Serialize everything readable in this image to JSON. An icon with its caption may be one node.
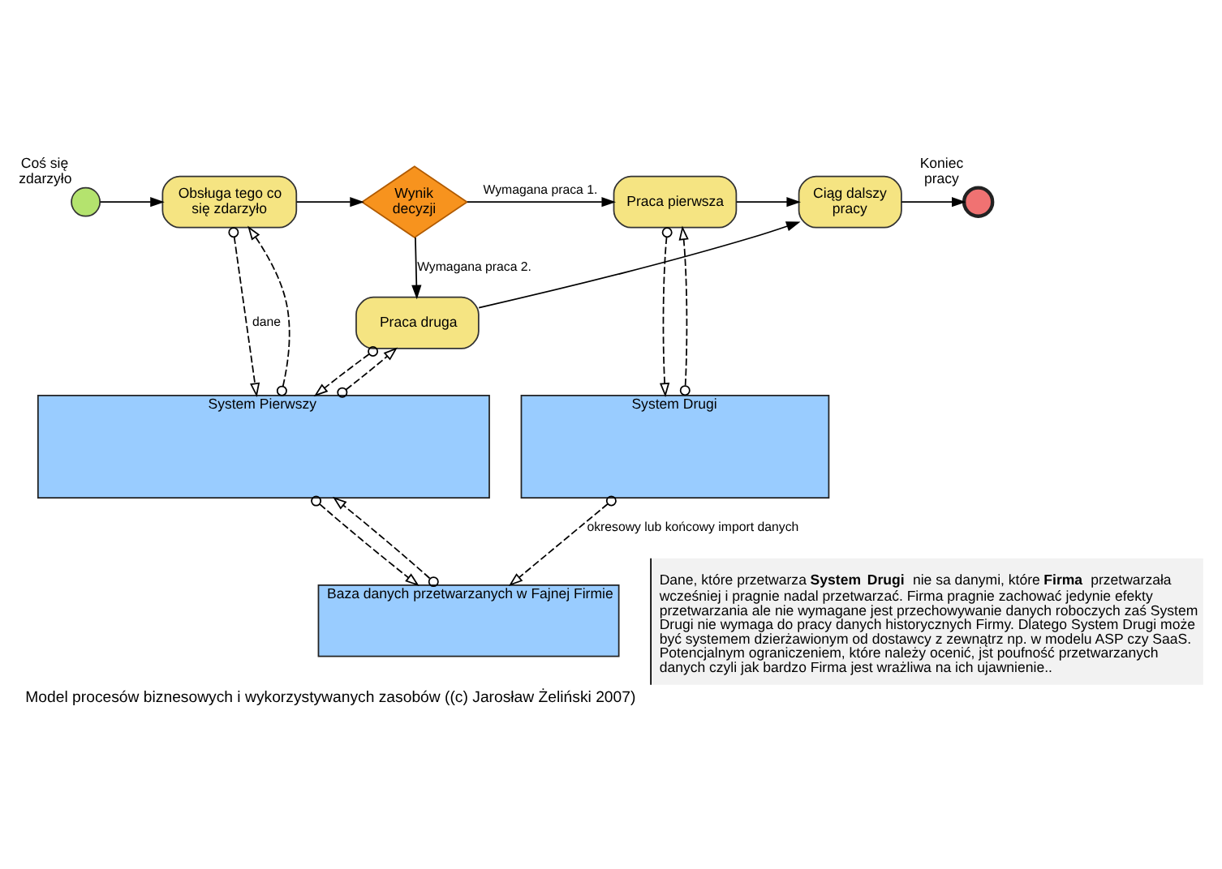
{
  "diagram": {
    "caption": "Model procesów biznesowych i wykorzystywanych zasobów ((c) Jarosław Żeliński 2007)",
    "nodes": [
      {
        "text": [],
        "shape": "circle",
        "beside": [
          "Coś się zdarzyło"
        ]
      },
      {
        "text": [
          "Obsługa tego co się zdarzyło"
        ]
      },
      {
        "text": [
          "Wynik decyzji"
        ]
      },
      {
        "text": [
          "Praca pierwsza"
        ]
      },
      {
        "text": [
          "Praca druga"
        ]
      },
      {
        "text": [
          "Ciąg dalszy pracy"
        ]
      },
      {
        "text": [],
        "shape": "circle",
        "beside": [
          "Koniec pracy"
        ]
      },
      {
        "text": [
          "System Pierwszy"
        ]
      },
      {
        "text": [
          "System Drugi"
        ]
      },
      {
        "text": [
          "Baza danych przetwarzanych w Fajnej Firmie"
        ]
      },
      {
        "text": [
          "Dane, które przetwarza **System Drugi** nie sa danymi, które **Firma** przetwarzała wcześniej i pragnie nadal przetwarzać. Firma pragnie zachować jedynie efekty przetwarzania ale nie wymagane jest przechowywanie danych roboczych zaś System Drugi nie wymaga do pracy danych historycznych Firmy. Dlatego System Drugi może być systemem dzierżawionym od dostawcy z zewnątrz np. w modelu ASP czy SaaS. Potencjalnym ograniczeniem, które należy ocenić, jst poufność przetwarzanych danych czyli jak bardzo Firma jest wrażliwa na ich ujawnienie.."
        ]
      }
    ],
    "edges": [
      {
        "from": 0,
        "to": 1,
        "arrow": "to"
      },
      {
        "from": 1,
        "to": 2,
        "arrow": "to"
      },
      {
        "from": 2,
        "to": 3,
        "arrow": "to",
        "label": "Wymagana praca 1."
      },
      {
        "from": 2,
        "to": 4,
        "arrow": "to",
        "label": "Wymagana praca 2."
      },
      {
        "from": 3,
        "to": 5,
        "arrow": "to"
      },
      {
        "from": 4,
        "to": 5,
        "arrow": "to"
      },
      {
        "from": 5,
        "to": 6,
        "arrow": "to"
      },
      {
        "from": 1,
        "to": 7,
        "arrow": "to",
        "label": "dane",
        "style": "dashed"
      },
      {
        "from": 7,
        "to": 1,
        "arrow": "to",
        "style": "dashed"
      },
      {
        "from": 7,
        "to": 4,
        "arrow": "to",
        "style": "dashed"
      },
      {
        "from": 4,
        "to": 7,
        "arrow": "to",
        "style": "dashed"
      },
      {
        "from": 8,
        "to": 3,
        "arrow": "to",
        "style": "dashed"
      },
      {
        "from": 3,
        "to": 8,
        "arrow": "to",
        "style": "dashed"
      },
      {
        "from": 9,
        "to": 7,
        "arrow": "to",
        "style": "dashed"
      },
      {
        "from": 7,
        "to": 9,
        "arrow": "to",
        "style": "dashed"
      },
      {
        "from": 8,
        "to": 9,
        "arrow": "to",
        "label": "okresowy lub końcowy import danych",
        "style": "dashed"
      }
    ]
  }
}
